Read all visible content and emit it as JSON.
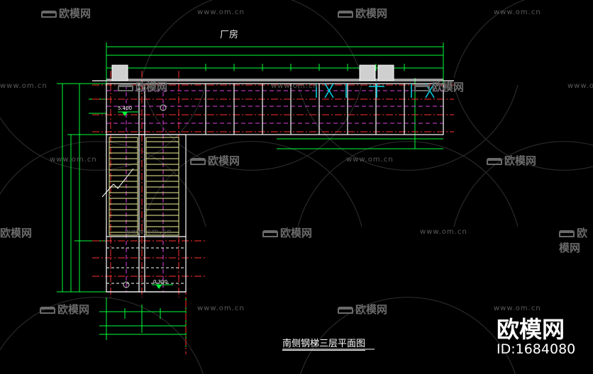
{
  "drawing": {
    "title": "南侧钢梯三层平面图",
    "building_label": "厂房",
    "elevation_upper": "5.400",
    "elevation_lower": "0.300"
  },
  "watermark": {
    "site": "www.om.cn",
    "brand": "欧模网",
    "brand_big": "欧模网",
    "id": "ID:1684080"
  },
  "colors": {
    "background": "#000000",
    "steel_white": "#ffffff",
    "dim_green": "#00ff3c",
    "axis_red": "#ff3030",
    "stair_yellow": "#f2f29a",
    "text_cyan": "#00d6e6",
    "dash_magenta": "#e040e0",
    "watermark_gray": "#5a5a5a"
  }
}
